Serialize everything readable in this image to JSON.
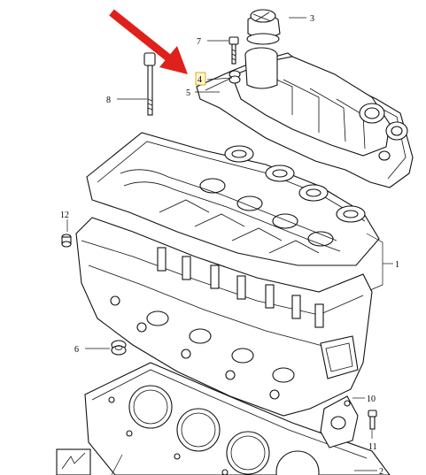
{
  "diagram": {
    "callouts": [
      "1",
      "2",
      "3",
      "4",
      "5",
      "6",
      "7",
      "8",
      "10",
      "11",
      "12"
    ],
    "highlighted_callout": "4",
    "arrow_color": "#e0201b",
    "highlight_color": "#fff7cc",
    "line_color": "#111111"
  }
}
